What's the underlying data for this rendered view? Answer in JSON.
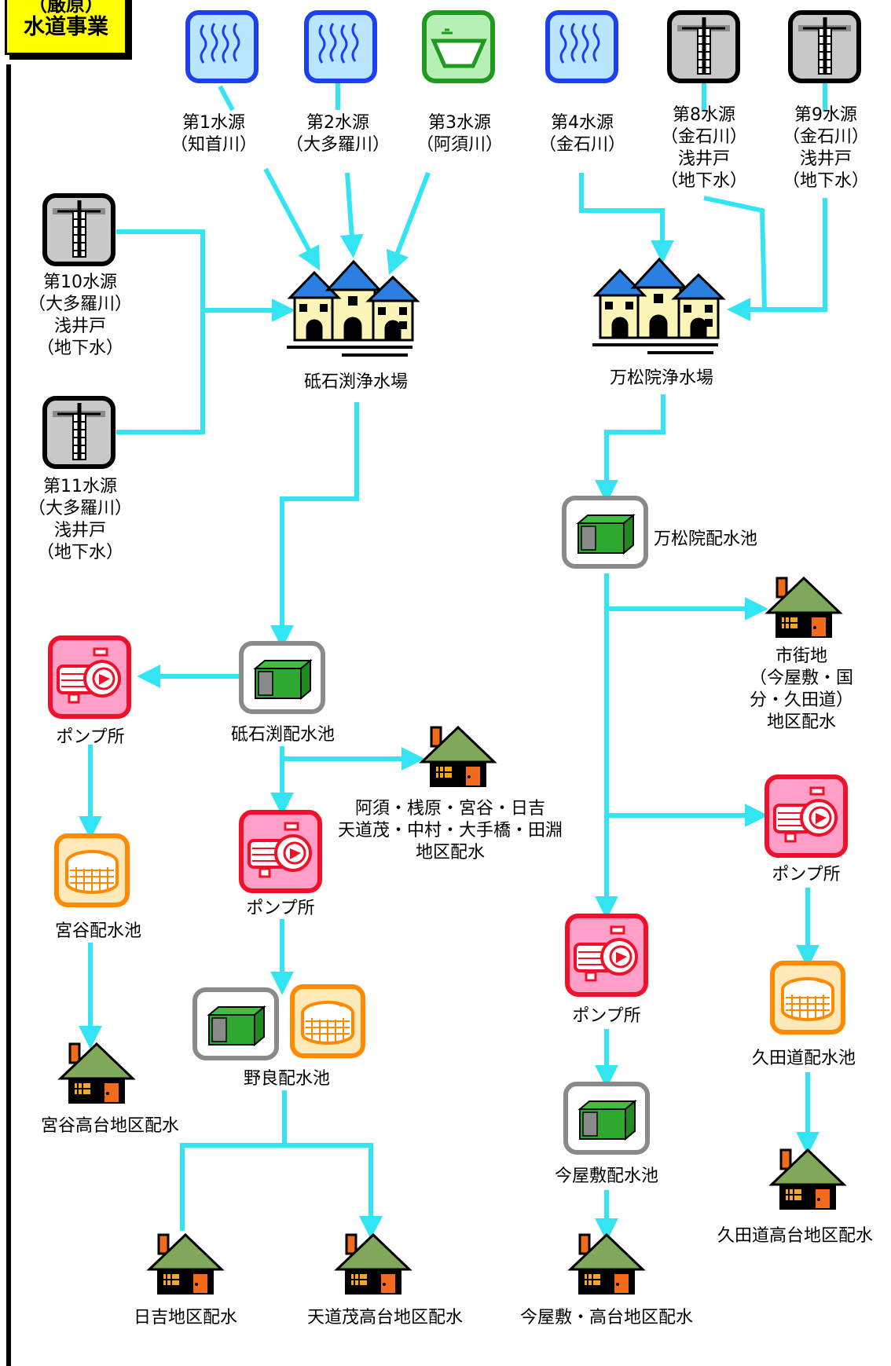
{
  "header": {
    "line1": "（厳原）",
    "line2": "水道事業"
  },
  "colors": {
    "pipe": "#33e4f2",
    "water_blue": "#1e3ff0",
    "reservoir_green": "#1f9a1f",
    "pump_red": "#f0102a",
    "tank_orange": "#ff8a00"
  },
  "sources": [
    {
      "id": "s1",
      "icon": "river-icon",
      "lines": [
        "第1水源",
        "（知首川）"
      ]
    },
    {
      "id": "s2",
      "icon": "river-icon",
      "lines": [
        "第2水源",
        "（大多羅川）"
      ]
    },
    {
      "id": "s3",
      "icon": "dam-icon",
      "lines": [
        "第3水源",
        "（阿須川）"
      ]
    },
    {
      "id": "s4",
      "icon": "river-icon",
      "lines": [
        "第4水源",
        "（金石川）"
      ]
    },
    {
      "id": "s8",
      "icon": "well-icon",
      "lines": [
        "第8水源",
        "（金石川）",
        "浅井戸",
        "（地下水）"
      ]
    },
    {
      "id": "s9",
      "icon": "well-icon",
      "lines": [
        "第9水源",
        "（金石川）",
        "浅井戸",
        "（地下水）"
      ]
    },
    {
      "id": "s10",
      "icon": "well-icon",
      "lines": [
        "第10水源",
        "（大多羅川）",
        "浅井戸",
        "（地下水）"
      ]
    },
    {
      "id": "s11",
      "icon": "well-icon",
      "lines": [
        "第11水源",
        "（大多羅川）",
        "浅井戸",
        "（地下水）"
      ]
    }
  ],
  "plants": [
    {
      "id": "p1",
      "icon": "purification-plant-icon",
      "label": "砥石渕浄水場"
    },
    {
      "id": "p2",
      "icon": "purification-plant-icon",
      "label": "万松院浄水場"
    }
  ],
  "nodes": [
    {
      "id": "n_toishi_res",
      "icon": "reservoir-icon",
      "label": "砥石渕配水池"
    },
    {
      "id": "n_pump_left",
      "icon": "pump-icon",
      "label": "ポンプ所"
    },
    {
      "id": "n_miyatani_tank",
      "icon": "tank-icon",
      "label": "宮谷配水池"
    },
    {
      "id": "n_miyatani_area",
      "icon": "house-icon",
      "label": "宮谷高台地区配水"
    },
    {
      "id": "n_asu_area",
      "icon": "house-icon",
      "lines": [
        "阿須・桟原・宮谷・日吉",
        "天道茂・中村・大手橋・田淵",
        "地区配水"
      ]
    },
    {
      "id": "n_pump_center",
      "icon": "pump-icon",
      "label": "ポンプ所"
    },
    {
      "id": "n_nora_res",
      "icon": "reservoir-icon",
      "label": "野良配水池"
    },
    {
      "id": "n_hiyoshi_area",
      "icon": "house-icon",
      "label": "日吉地区配水"
    },
    {
      "id": "n_tendo_area",
      "icon": "house-icon",
      "label": "天道茂高台地区配水"
    },
    {
      "id": "n_banshoin_res",
      "icon": "reservoir-icon",
      "label": "万松院配水池"
    },
    {
      "id": "n_city_area",
      "icon": "house-icon",
      "lines": [
        "市街地",
        "（今屋敷・国",
        "分・久田道）",
        "地区配水"
      ]
    },
    {
      "id": "n_pump_right",
      "icon": "pump-icon",
      "label": "ポンプ所"
    },
    {
      "id": "n_kutado_tank",
      "icon": "tank-icon",
      "label": "久田道配水池"
    },
    {
      "id": "n_kutado_area",
      "icon": "house-icon",
      "label": "久田道高台地区配水"
    },
    {
      "id": "n_pump_mid",
      "icon": "pump-icon",
      "label": "ポンプ所"
    },
    {
      "id": "n_imayashiki_res",
      "icon": "reservoir-icon",
      "label": "今屋敷配水池"
    },
    {
      "id": "n_imayashiki_area",
      "icon": "house-icon",
      "label": "今屋敷・高台地区配水"
    }
  ]
}
